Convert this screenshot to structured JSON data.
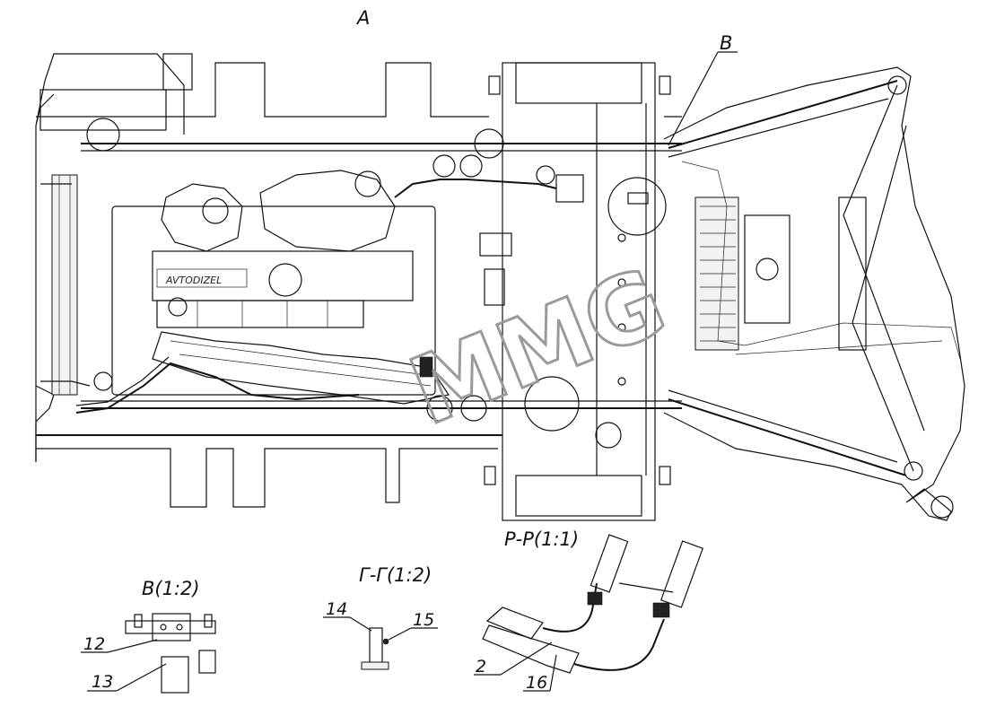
{
  "drawing": {
    "view_labels": {
      "view_a": "А",
      "view_b": "В",
      "detail_b": "В(1:2)",
      "section_g": "Г-Г(1:2)",
      "section_r": "Р-Р(1:1)"
    },
    "callouts": {
      "c12": "12",
      "c13": "13",
      "c14": "14",
      "c15": "15",
      "c2": "2",
      "c16": "16"
    },
    "watermark": "MMG",
    "engine_brand": "AVTODIZEL"
  }
}
